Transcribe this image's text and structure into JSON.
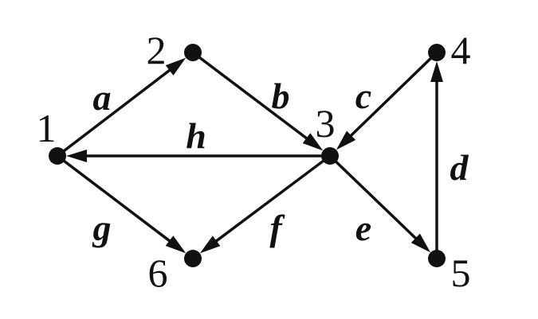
{
  "colors": {
    "background": "#ffffff",
    "ink": "#111111"
  },
  "graph": {
    "nodes": [
      {
        "id": "1",
        "label": "1"
      },
      {
        "id": "2",
        "label": "2"
      },
      {
        "id": "3",
        "label": "3"
      },
      {
        "id": "4",
        "label": "4"
      },
      {
        "id": "5",
        "label": "5"
      },
      {
        "id": "6",
        "label": "6"
      }
    ],
    "edges": [
      {
        "id": "a",
        "label": "a",
        "from": "1",
        "to": "2"
      },
      {
        "id": "b",
        "label": "b",
        "from": "2",
        "to": "3"
      },
      {
        "id": "c",
        "label": "c",
        "from": "4",
        "to": "3"
      },
      {
        "id": "d",
        "label": "d",
        "from": "5",
        "to": "4"
      },
      {
        "id": "e",
        "label": "e",
        "from": "3",
        "to": "5"
      },
      {
        "id": "f",
        "label": "f",
        "from": "3",
        "to": "6"
      },
      {
        "id": "g",
        "label": "g",
        "from": "1",
        "to": "6"
      },
      {
        "id": "h",
        "label": "h",
        "from": "3",
        "to": "1"
      }
    ]
  }
}
